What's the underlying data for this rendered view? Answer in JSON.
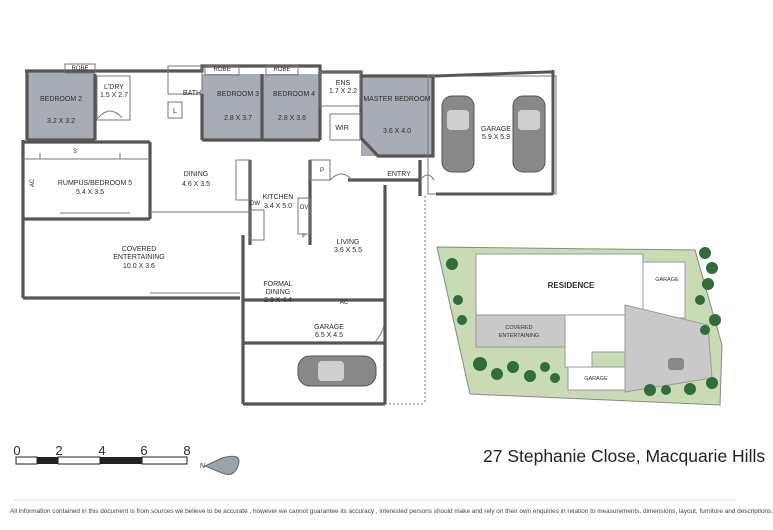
{
  "address": "27 Stephanie Close, Macquarie Hills",
  "disclaimer": "All information contained in this document is from sources we believe to be accurate , however we cannot guarantee its accuracy , interested persons should make and rely on their own enquiries in relation to measurements, dimensions, layout, furniture and descriptions.",
  "rooms": {
    "bedroom2": {
      "name": "BEDROOM 2",
      "size": "3.2 X 3.2"
    },
    "robe1": "ROBE",
    "laundry": {
      "name": "L'DRY",
      "size": "1.5 X 2.7"
    },
    "bath": "BATH",
    "linen": "L",
    "bedroom3": {
      "name": "BEDROOM 3",
      "size": "2.8 X 3.7"
    },
    "robe3": "ROBE",
    "bedroom4": {
      "name": "BEDROOM 4",
      "size": "2.8 X 3.6"
    },
    "robe4": "ROBE",
    "ensuite": {
      "name": "ENS",
      "size": "1.7 X 2.2"
    },
    "wir": "WIR",
    "master": {
      "name": "MASTER BEDROOM",
      "size": "3.6 X 4.0"
    },
    "garage_main": {
      "name": "GARAGE",
      "size": "5.9 X 5.9"
    },
    "rumpus": {
      "name": "RUMPUS/BEDROOM 5",
      "size": "5.4 X 3.5"
    },
    "rumpus_s": "S",
    "ac_rumpus": "AC",
    "dining": {
      "name": "DINING",
      "size": "4.6 X 3.5"
    },
    "kitchen": {
      "name": "KITCHEN",
      "size": "3.4 X 5.0"
    },
    "dw": "DW",
    "pantry": "P",
    "ov": "OV",
    "fridge": "F",
    "entry": "ENTRY",
    "covered": {
      "name": "COVERED",
      "name2": "ENTERTAINING",
      "size": "10.0 X 3.6"
    },
    "living": {
      "name": "LIVING",
      "size": "3.6 X 5.5"
    },
    "formal": {
      "name": "FORMAL",
      "name2": "DINING",
      "size": "2.8 X 4.4"
    },
    "ac_living": "AC",
    "garage_lower": {
      "name": "GARAGE",
      "size": "6.5 X 4.5"
    }
  },
  "site": {
    "residence": "RESIDENCE",
    "garage_top": "GARAGE",
    "covered": "COVERED",
    "entertaining": "ENTERTAINING",
    "garage_bottom": "GARAGE"
  },
  "scale": {
    "ticks": [
      "0",
      "2",
      "4",
      "6",
      "8"
    ],
    "north": "N"
  },
  "colors": {
    "bedroom_fill": "#a8adb5",
    "wall": "#555555",
    "lawn": "#c8dbb4",
    "paving": "#c9c9c9",
    "tree": "#2f6d3b"
  }
}
